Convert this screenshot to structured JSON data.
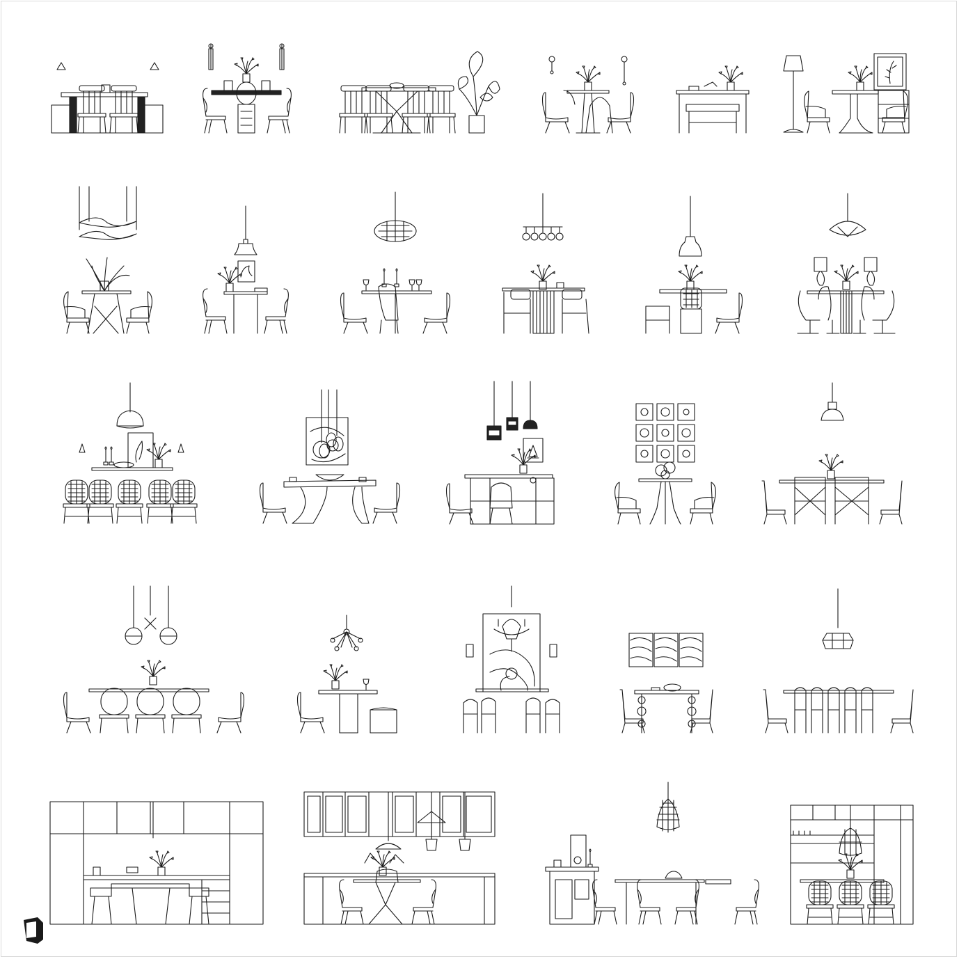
{
  "sheet": {
    "background": "#ffffff",
    "line_color": "#1a1a1a",
    "frame_color": "#d9d9d9",
    "fill_dark": "#222222"
  },
  "brand": {
    "icon": "cube-logo-icon"
  },
  "rows": [
    {
      "name": "row-1",
      "items": [
        {
          "name": "dining-set-dark-bench",
          "lamp": "wall-sconce-pair",
          "chairs": "spindle-back",
          "decor": "bowl"
        },
        {
          "name": "dining-set-rod-pendants",
          "lamp": "rod-pendant-pair",
          "chairs": "round-back",
          "decor": "vase-candles"
        },
        {
          "name": "dining-set-monstera",
          "lamp": "none",
          "chairs": "spindle-back",
          "decor": "monstera-plant"
        },
        {
          "name": "dining-set-wall-lamps",
          "lamp": "wall-sconce-pair",
          "chairs": "shell",
          "decor": "vase"
        },
        {
          "name": "dining-set-bench",
          "lamp": "none",
          "chairs": "bench",
          "decor": "plant"
        },
        {
          "name": "dining-set-floor-lamp",
          "lamp": "floor-lamp",
          "chairs": "armchair",
          "decor": "framed-art"
        }
      ]
    },
    {
      "name": "row-2",
      "items": [
        {
          "name": "dining-set-cloud-chandelier",
          "lamp": "cloud-chandelier",
          "chairs": "armchair",
          "decor": "tall-flowers"
        },
        {
          "name": "dining-set-bistro",
          "lamp": "dome-pendant",
          "chairs": "bentwood",
          "decor": "framed-art"
        },
        {
          "name": "dining-set-lantern",
          "lamp": "lantern-pendant",
          "chairs": "shell",
          "decor": "candles"
        },
        {
          "name": "dining-set-bulb-bar",
          "lamp": "bulb-bar",
          "chairs": "bar-stool",
          "decor": "vase"
        },
        {
          "name": "dining-set-cane-chair",
          "lamp": "dome-pendant",
          "chairs": "cane",
          "decor": "plant"
        },
        {
          "name": "dining-set-table-lamps",
          "lamp": "saucer-pendant",
          "chairs": "tulip",
          "decor": "table-lamps"
        }
      ]
    },
    {
      "name": "row-3",
      "items": [
        {
          "name": "dining-set-rattan",
          "lamp": "saucer-pendant",
          "chairs": "rattan",
          "decor": "framed-art"
        },
        {
          "name": "dining-set-driftwood",
          "lamp": "triple-drop",
          "chairs": "shell",
          "decor": "abstract-art"
        },
        {
          "name": "dining-set-banquette",
          "lamp": "triple-cylinder",
          "chairs": "shell",
          "decor": "framed-art"
        },
        {
          "name": "dining-set-botanical-grid",
          "lamp": "none",
          "chairs": "armchair",
          "decor": "nine-frames"
        },
        {
          "name": "dining-set-cross-back",
          "lamp": "dome-pendant",
          "chairs": "cross-back",
          "decor": "vase"
        }
      ]
    },
    {
      "name": "row-4",
      "items": [
        {
          "name": "dining-set-disc-pendants",
          "lamp": "disc-pendant-trio",
          "chairs": "round-back",
          "decor": "plant"
        },
        {
          "name": "dining-set-sputnik",
          "lamp": "sputnik",
          "chairs": "shell",
          "decor": "flowers"
        },
        {
          "name": "dining-set-chandelier",
          "lamp": "chandelier",
          "chairs": "upholstered",
          "decor": "abstract-art"
        },
        {
          "name": "dining-set-triptych",
          "lamp": "none",
          "chairs": "bobbin",
          "decor": "triptych"
        },
        {
          "name": "dining-set-long-table",
          "lamp": "cage-pendant",
          "chairs": "carved-back",
          "decor": "none"
        }
      ]
    },
    {
      "name": "row-5",
      "items": [
        {
          "name": "kitchen-cabinets",
          "lamp": "linear-pendant",
          "chairs": "stool",
          "decor": "cabinets"
        },
        {
          "name": "kitchen-glass-cabinets",
          "lamp": "hood-pendants",
          "chairs": "spindle-back",
          "decor": "flowers"
        },
        {
          "name": "dining-set-rattan-pendant",
          "lamp": "wicker-pendant",
          "chairs": "bentwood",
          "decor": "teapot"
        },
        {
          "name": "kitchen-shelving",
          "lamp": "wicker-pendant",
          "chairs": "rattan",
          "decor": "shelves"
        }
      ]
    }
  ]
}
